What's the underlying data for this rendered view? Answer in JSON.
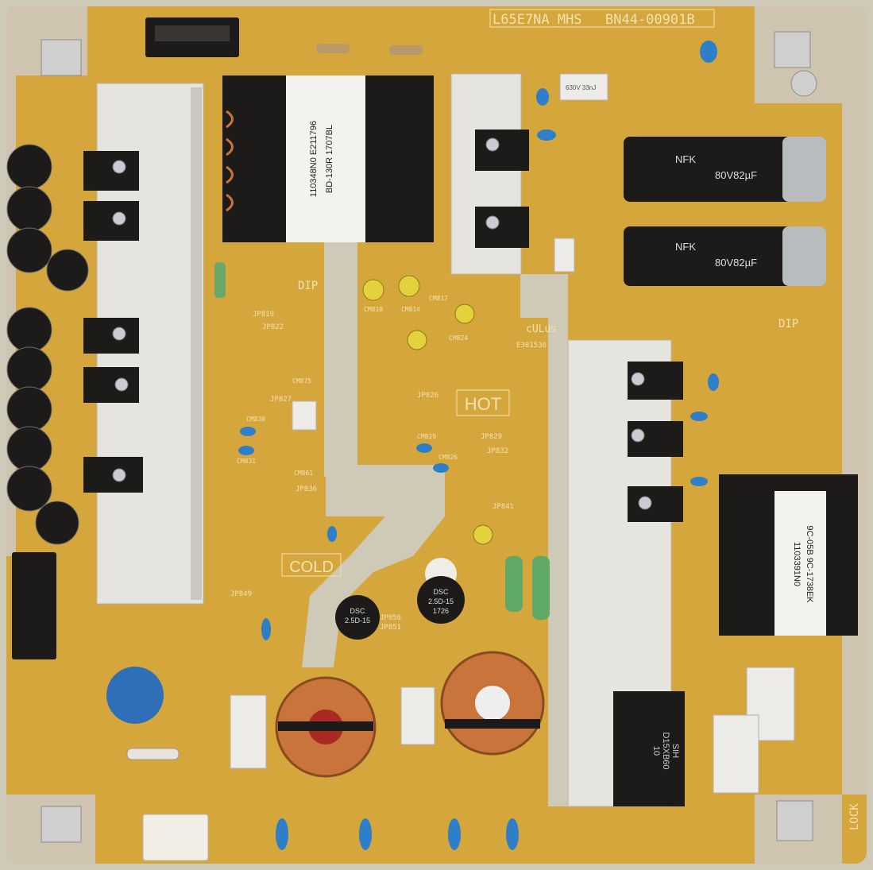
{
  "board": {
    "model": "L65E7NA_MHS",
    "part_number": "BN44-00901B",
    "colors": {
      "pcb": "#d4a63c",
      "heatsink": "#e6e4df",
      "isolation": "#cdc8bb",
      "component_black": "#1d1b1a",
      "copper": "#c8743a",
      "blue_cap": "#2f7fc8"
    }
  },
  "silkscreen": {
    "dip_left": "DIP",
    "dip_right": "DIP",
    "hot": "HOT",
    "cold": "COLD",
    "lock": "LOCK",
    "jp_labels": [
      "JP819",
      "JP822",
      "JP827",
      "JP826",
      "JP829",
      "JP832",
      "JP836",
      "JP841",
      "JP849",
      "JP850",
      "JP851"
    ],
    "cm_labels": [
      "CM818",
      "CM814",
      "CM817",
      "CM824",
      "CM829",
      "CM826",
      "CM830",
      "CM831",
      "CM861",
      "CM875"
    ]
  },
  "components": {
    "transformer_main_label": [
      "110348N0 E211796",
      "BD-130R 1707BL"
    ],
    "transformer_right_label": [
      "1103391N0",
      "9C-05B 9C-1738EK"
    ],
    "bulk_cap_label": [
      "NFK",
      "80V82µF"
    ],
    "thermistor_label": [
      "DSC",
      "2.5D-15",
      "1726"
    ],
    "film_cap_label": "630V 33nJ",
    "bridge_label": [
      "SIH",
      "D15XB60",
      "10"
    ],
    "ul_mark": "cULus",
    "ul_number": "E301536"
  }
}
